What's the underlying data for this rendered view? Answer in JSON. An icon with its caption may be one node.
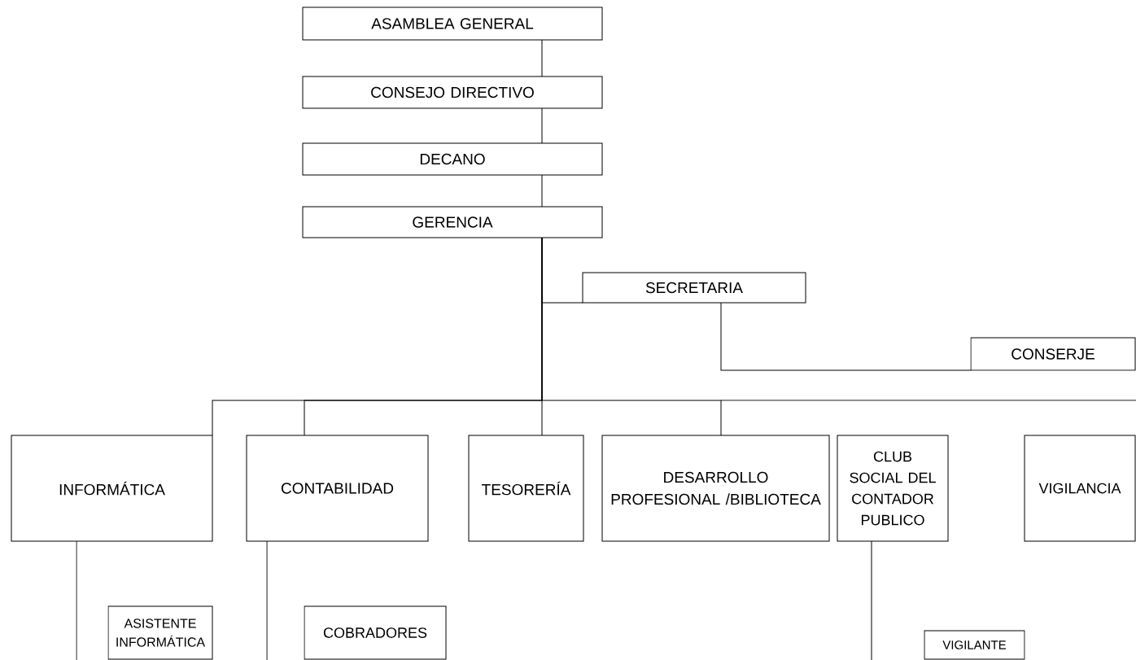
{
  "diagram": {
    "nodes": [
      {
        "text": [
          "ASAMBLEA GENERAL"
        ]
      },
      {
        "text": [
          "CONSEJO DIRECTIVO"
        ]
      },
      {
        "text": [
          "DECANO"
        ]
      },
      {
        "text": [
          "GERENCIA"
        ]
      },
      {
        "text": [
          "SECRETARIA"
        ]
      },
      {
        "text": [
          "CONSERJE"
        ]
      },
      {
        "text": [
          "INFORMÁTICA"
        ]
      },
      {
        "text": [
          "CONTABILIDAD"
        ]
      },
      {
        "text": [
          "TESORERÍA"
        ]
      },
      {
        "text": [
          "DESARROLLO PROFESIONAL /BIBLIOTECA"
        ]
      },
      {
        "text": [
          "CLUB SOCIAL DEL CONTADOR PUBLICO"
        ]
      },
      {
        "text": [
          "VIGILANCIA"
        ]
      },
      {
        "text": [
          "ASISTENTE INFORMÁTICA"
        ]
      },
      {
        "text": [
          "COBRADORES"
        ]
      },
      {
        "text": [
          "VIGILANTE"
        ]
      }
    ],
    "edges": [
      {
        "from": 0,
        "to": 1,
        "arrow": "none"
      },
      {
        "from": 1,
        "to": 2,
        "arrow": "none"
      },
      {
        "from": 2,
        "to": 3,
        "arrow": "none"
      },
      {
        "from": 3,
        "to": 4,
        "arrow": "none"
      },
      {
        "from": 4,
        "to": 5,
        "arrow": "none"
      },
      {
        "from": 3,
        "to": 6,
        "arrow": "none"
      },
      {
        "from": 3,
        "to": 7,
        "arrow": "none"
      },
      {
        "from": 3,
        "to": 8,
        "arrow": "none"
      },
      {
        "from": 3,
        "to": 9,
        "arrow": "none"
      },
      {
        "from": 6,
        "to": null,
        "arrow": "none"
      },
      {
        "from": 7,
        "to": null,
        "arrow": "none"
      },
      {
        "from": 10,
        "to": null,
        "arrow": "none"
      }
    ]
  }
}
